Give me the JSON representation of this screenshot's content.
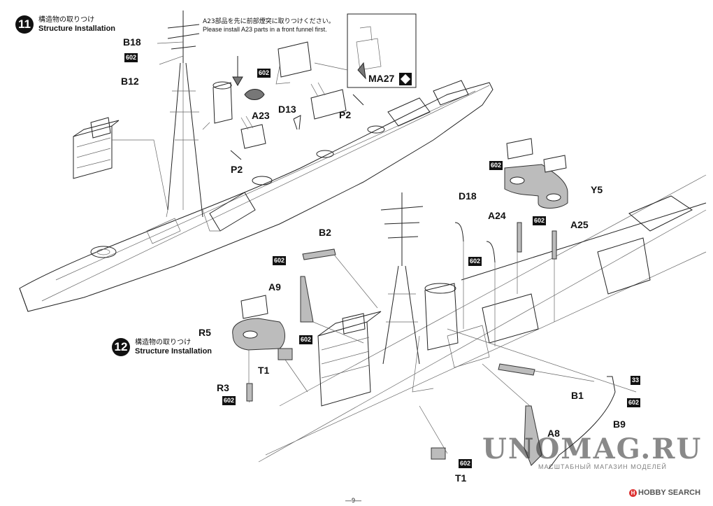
{
  "step11": {
    "number": "11",
    "title_jp": "構造物の取りつけ",
    "title_en": "Structure Installation",
    "note_jp": "A23部品を先に前部煙突に取りつけください。",
    "note_en": "Please install A23 parts in a front funnel first.",
    "parts": {
      "b18": "B18",
      "b12": "B12",
      "a23": "A23",
      "d13": "D13",
      "p2_left": "P2",
      "p2_right": "P2",
      "ma27": "MA27"
    },
    "paint_codes": {
      "b12_code": "602",
      "a23_code": "602"
    }
  },
  "step12": {
    "number": "12",
    "title_jp": "構造物の取りつけ",
    "title_en": "Structure Installation",
    "parts": {
      "d18": "D18",
      "a24": "A24",
      "a25": "A25",
      "y5": "Y5",
      "b2": "B2",
      "a9": "A9",
      "r5": "R5",
      "t1_upper": "T1",
      "r3": "R3",
      "b1": "B1",
      "b9": "B9",
      "a8": "A8",
      "t1_lower": "T1"
    },
    "paint_codes": {
      "y5_code": "602",
      "a24_a25_code": "602",
      "d18_code": "602",
      "b2_code": "602",
      "r5_code": "602",
      "r3_code": "602",
      "b9_code": "602",
      "t1_code": "602",
      "b9_extra_code": "33"
    }
  },
  "watermark": {
    "brand": "UNOMAG.RU",
    "tagline": "МАСШТАБНЫЙ МАГАЗИН МОДЕЛЕЙ"
  },
  "credit": "HOBBY SEARCH",
  "credit_logo": "H",
  "page_number": "—9—",
  "icons": [
    "arrow-down-icon",
    "diamond-icon",
    "chevron-icon"
  ]
}
